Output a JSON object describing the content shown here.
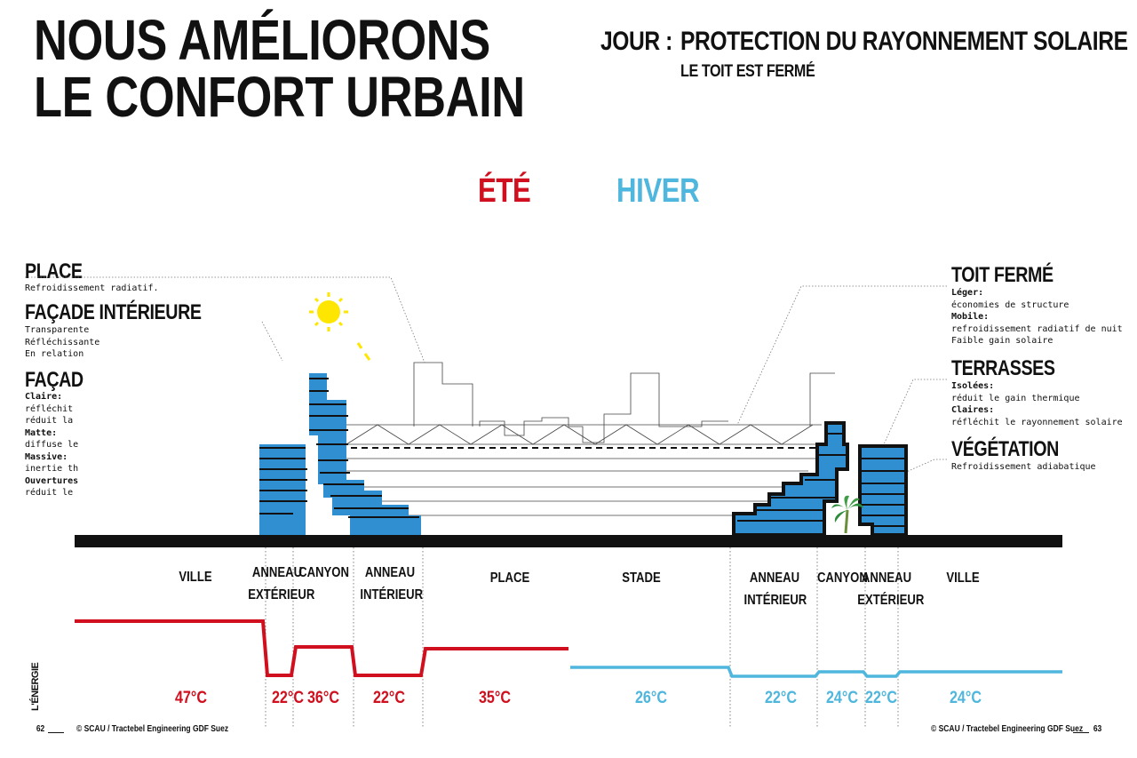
{
  "title": {
    "line1": "NOUS AMÉLIORONS",
    "line2": "LE CONFORT URBAIN"
  },
  "header": {
    "label": "JOUR :",
    "heading": "PROTECTION DU RAYONNEMENT SOLAIRE",
    "subheading": "LE TOIT EST FERMÉ"
  },
  "seasons": {
    "summer": "ÉTÉ",
    "winter": "HIVER"
  },
  "colors": {
    "summer": "#d0101e",
    "winter": "#4fb6dd",
    "building": "#2f8fd0",
    "sun": "#ffe600",
    "ink": "#111111"
  },
  "left_panel": {
    "place": {
      "title": "PLACE",
      "desc": "Refroidissement radiatif."
    },
    "facade_int": {
      "title": "FAÇADE INTÉRIEURE",
      "lines": [
        "Transparente",
        "Réfléchissante",
        "En relation"
      ]
    },
    "facade": {
      "title": "FAÇAD",
      "items": [
        {
          "term": "Claire:",
          "text": "réfléchit"
        },
        {
          "term": "",
          "text": "réduit la"
        },
        {
          "term": "Matte:",
          "text": "diffuse le"
        },
        {
          "term": "Massive:",
          "text": "inertie th"
        },
        {
          "term": "Ouvertures",
          "text": "réduit le"
        }
      ]
    }
  },
  "right_panel": {
    "toit": {
      "title": "TOIT FERMÉ",
      "items": [
        {
          "term": "Léger:",
          "text": "économies de structure"
        },
        {
          "term": "Mobile:",
          "text": "refroidissement radiatif de nuit"
        },
        {
          "term": "",
          "text": "Faible gain solaire"
        }
      ]
    },
    "terrasses": {
      "title": "TERRASSES",
      "items": [
        {
          "term": "Isolées:",
          "text": "réduit le gain thermique"
        },
        {
          "term": "Claires:",
          "text": "réfléchit le rayonnement solaire"
        }
      ]
    },
    "vegetation": {
      "title": "VÉGÉTATION",
      "desc": "Refroidissement adiabatique"
    }
  },
  "zones": {
    "ville_l": "VILLE",
    "anneau_ext_l": [
      "ANNEAU",
      "EXTÉRIEUR"
    ],
    "canyon_l": "CANYON",
    "anneau_int_l": [
      "ANNEAU",
      "INTÉRIEUR"
    ],
    "place": "PLACE",
    "stade": "STADE",
    "anneau_int_r": [
      "ANNEAU",
      "INTÉRIEUR"
    ],
    "canyon_r": "CANYON",
    "anneau_ext_r": [
      "ANNEAU",
      "EXTÉRIEUR"
    ],
    "ville_r": "VILLE"
  },
  "axis_label": "L'ÉNERGIE",
  "temperatures": {
    "summer": [
      "47°C",
      "22°C",
      "36°C",
      "22°C",
      "35°C"
    ],
    "winter": [
      "26°C",
      "22°C",
      "24°C",
      "22°C",
      "24°C"
    ]
  },
  "footer": {
    "page_left": "62",
    "page_right": "63",
    "credit": "© SCAU / Tractebel Engineering GDF Suez"
  }
}
